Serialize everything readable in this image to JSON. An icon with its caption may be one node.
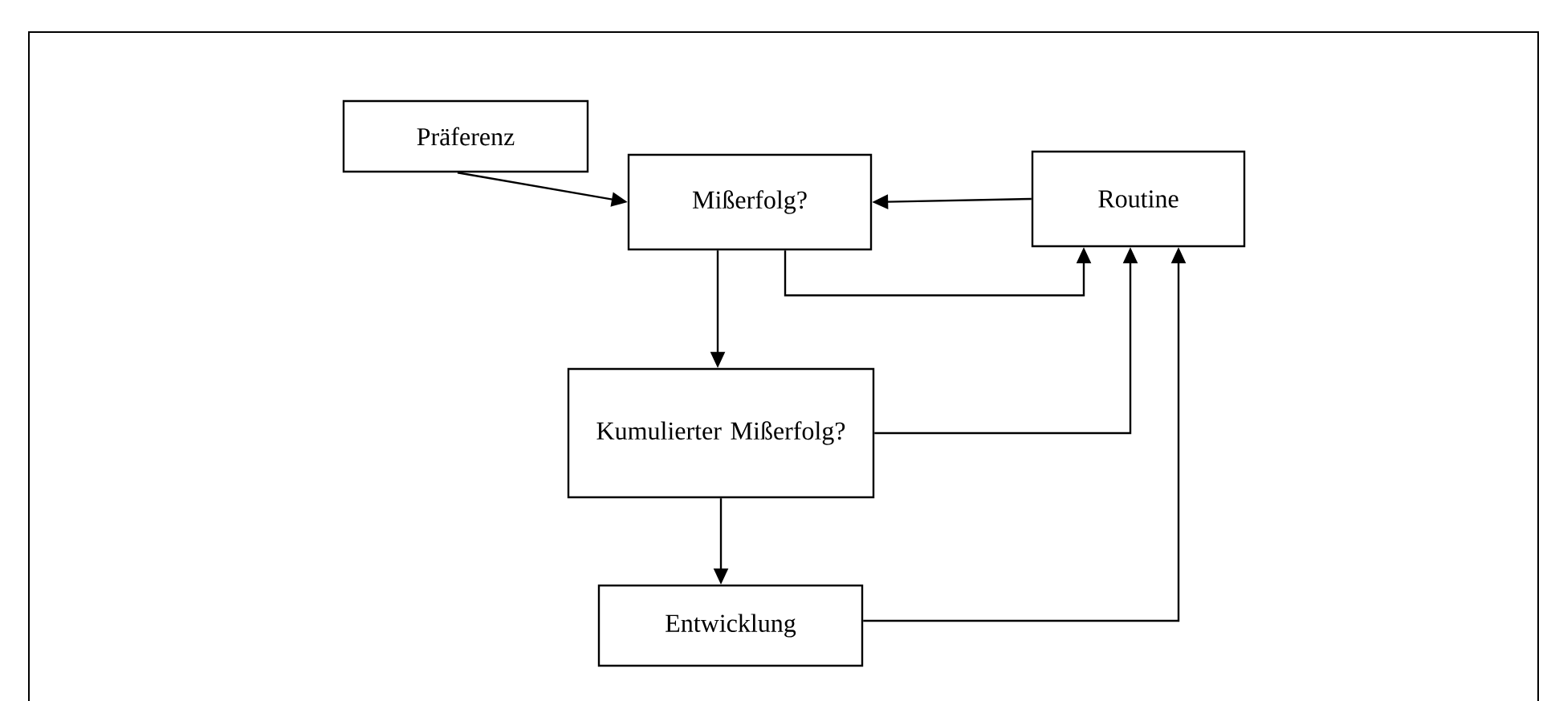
{
  "diagram": {
    "nodes": [
      {
        "text": [
          "Präferenz"
        ]
      },
      {
        "text": [
          "Mißerfolg?"
        ]
      },
      {
        "text": [
          "Routine"
        ]
      },
      {
        "text": [
          "Kumulierter Mißerfolg?"
        ]
      },
      {
        "text": [
          "Entwicklung"
        ]
      }
    ],
    "edges": [
      {
        "from": 0,
        "to": 1,
        "arrow": "to"
      },
      {
        "from": 2,
        "to": 1,
        "arrow": "to"
      },
      {
        "from": 1,
        "to": 3,
        "arrow": "to"
      },
      {
        "from": 1,
        "to": 2,
        "arrow": "to"
      },
      {
        "from": 3,
        "to": 2,
        "arrow": "to"
      },
      {
        "from": 3,
        "to": 4,
        "arrow": "to"
      },
      {
        "from": 4,
        "to": 2,
        "arrow": "to"
      }
    ]
  }
}
